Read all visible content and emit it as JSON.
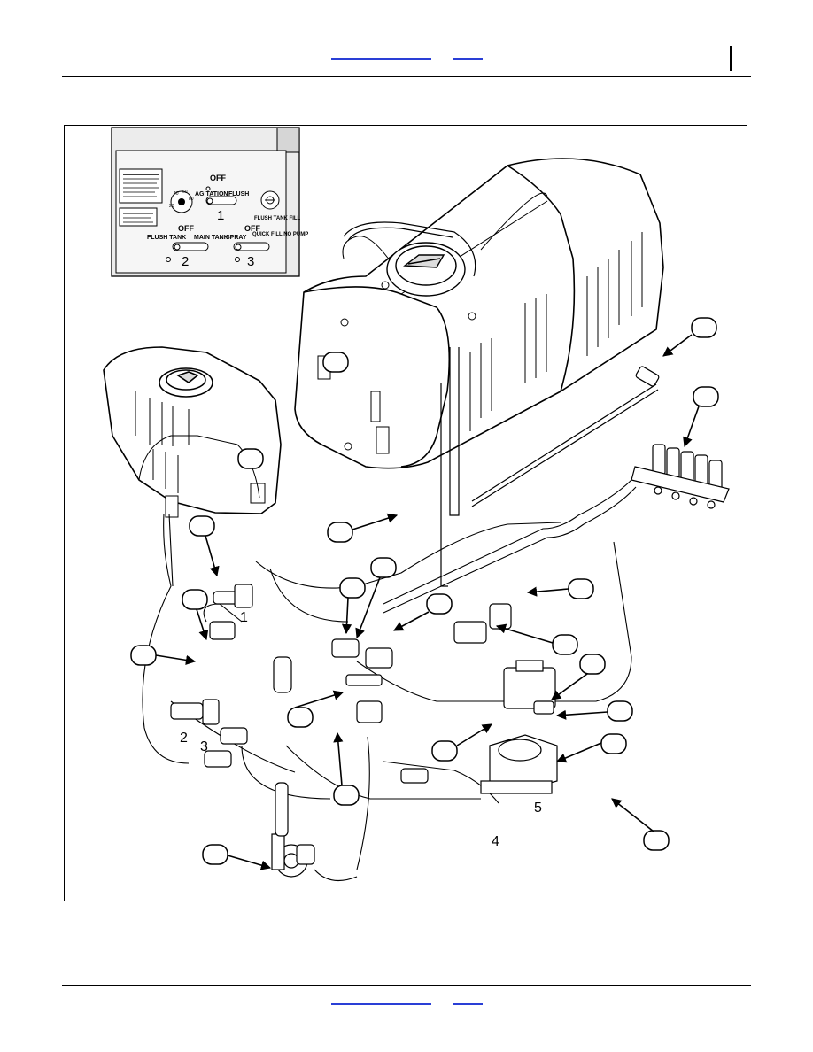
{
  "panel": {
    "knobs": {
      "k1": {
        "off": "OFF",
        "left": "AGITATION",
        "right": "FLUSH",
        "num": "1"
      },
      "k2": {
        "off": "OFF",
        "left": "FLUSH TANK",
        "right": "MAIN TANK",
        "num": "2"
      },
      "k3": {
        "off": "OFF",
        "left": "SPRAY",
        "right": "QUICK FILL NO PUMP",
        "num": "3"
      }
    },
    "flush_fill_label": "FLUSH TANK FILL",
    "gauge_ticks": [
      "20",
      "40",
      "60",
      "80",
      "100"
    ]
  },
  "valve_numbers": {
    "v1": "1",
    "v2": "2",
    "v3": "3",
    "v4": "4",
    "v5": "5"
  },
  "colors": {
    "link": "#2a3fd6",
    "line": "#000000",
    "paper": "#ffffff",
    "panel_bg": "#ececec"
  }
}
